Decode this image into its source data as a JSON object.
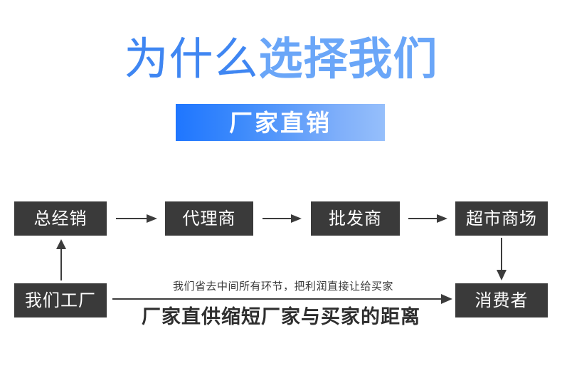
{
  "headline": {
    "light_part": "为什么",
    "bold_part": "选择我们",
    "light_color": "#3F86F2",
    "bold_color": "#6AA6F8"
  },
  "banner": {
    "text": "厂家直销",
    "gradient_start": "#1F76FF",
    "gradient_end": "#96BFFB",
    "text_color": "#FFFFFF"
  },
  "flow": {
    "box_fill": "#3A3A3A",
    "box_text_color": "#FFFFFF",
    "arrow_color": "#3C3C3C",
    "top_row": [
      {
        "label": "总经销"
      },
      {
        "label": "代理商"
      },
      {
        "label": "批发商"
      },
      {
        "label": "超市商场"
      }
    ],
    "bottom_row": [
      {
        "label": "我们工厂"
      },
      {
        "label": "消费者"
      }
    ],
    "arrows": [
      {
        "name": "arrow-zongjingxiao-to-dailishang",
        "direction": "right"
      },
      {
        "name": "arrow-dailishang-to-pifashang",
        "direction": "right"
      },
      {
        "name": "arrow-pifashang-to-chaoshishangchang",
        "direction": "right"
      },
      {
        "name": "arrow-factory-to-zongjingxiao",
        "direction": "up"
      },
      {
        "name": "arrow-chaoshishangchang-to-xiaofeizhe",
        "direction": "down"
      },
      {
        "name": "arrow-factory-to-xiaofeizhe",
        "direction": "right"
      }
    ]
  },
  "captions": {
    "small": "我们省去中间所有环节，把利润直接让给买家",
    "large": "厂家直供缩短厂家与买家的距离"
  }
}
